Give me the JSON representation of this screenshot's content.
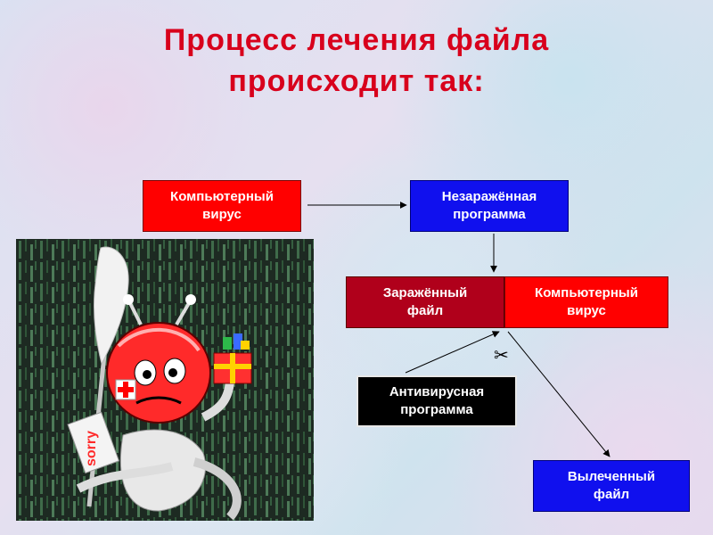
{
  "title": "Процесс лечения файла\nпроисходит так:",
  "boxes": {
    "virus_top": "Компьютерный\nвирус",
    "clean_program": "Незаражённая\nпрограмма",
    "infected_file": "Заражённый\nфайл",
    "virus_attached": "Компьютерный\nвирус",
    "antivirus": "Антивирусная\nпрограмма",
    "cured_file": "Вылеченный\nфайл"
  },
  "illustration": {
    "sign_text": "sorry"
  },
  "icons": {
    "scissors": "scissors-icon"
  },
  "colors": {
    "title": "#d8001c",
    "red": "#ff0000",
    "blue": "#1010ee",
    "maroon": "#b0001b",
    "black": "#000000"
  }
}
